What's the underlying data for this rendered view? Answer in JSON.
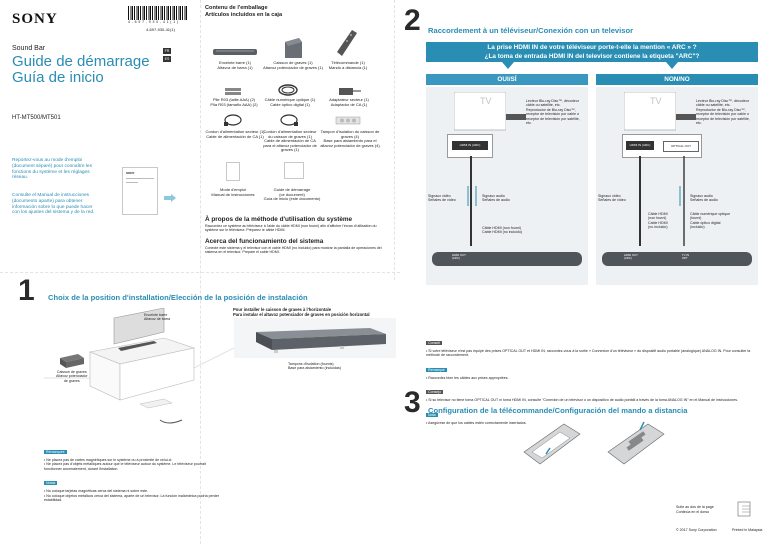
{
  "brand": "SONY",
  "barcode_text": "4 - 6 9 7 - 9 3 0 - 4 1 ( 1 )",
  "part_number": "4-697-930-41(1)",
  "product_type": "Sound Bar",
  "title_fr": "Guide de démarrage",
  "title_es": "Guía de inicio",
  "lang_fr": "FR",
  "lang_es": "ES",
  "model": "HT-MT500/MT501",
  "left_note_fr": "Reportez-vous au mode d'emploi (document séparé) pour connaître les fonctions du système et les réglages réseau.",
  "left_note_es": "Consulte el Manual de instrucciones (documento aparte) para obtener información sobre lo que puede hacer con los ajustes del sistema y de la red.",
  "manual_thumb_brand": "SONY",
  "package": {
    "title_fr": "Contenu de l'emballage",
    "title_es": "Artículos incluidos en la caja",
    "items": [
      "Enceinte barre (1)\nAltavoz de barra (1)",
      "Caisson de graves (1)\nAltavoz potenciador de graves (1)",
      "Télécommande (1)\nMando a distancia (1)",
      "Pile R03 (taille AAA) (2)\nPila R03 (tamaño AAA) (2)",
      "Câble numérique optique (1)\nCable óptico digital (1)",
      "Adaptateur secteur (1)\nAdaptador de CA (1)",
      "Cordon d'alimentation secteur (1)\nCable de alimentación de CA (1)",
      "Cordon d'alimentation secteur du caisson de graves (1)\nCable de alimentación de CA para el altavoz potenciador de graves (1)",
      "Tampon d'isolation du caisson de graves (4)\nBase para aislamiento para el altavoz potenciador de graves (4)",
      "Mode d'emploi\nManual de instrucciones",
      "Guide de démarrage\n(ce document)\nGuía de inicio (este documento)"
    ]
  },
  "about": {
    "title_fr": "À propos de la méthode d'utilisation du système",
    "text_fr": "Raccordez ce système au téléviseur à l'aide du câble HDMI (non fourni) afin d'afficher l'écran d'utilisation du système sur le téléviseur. Préparez le câble HDMI.",
    "title_es": "Acerca del funcionamiento del sistema",
    "text_es": "Conecte este sistema y el televisor con el cable HDMI (no incluido) para mostrar la pantalla de operaciones del sistema en el televisor. Prepare el cable HDMI."
  },
  "step1": {
    "number": "1",
    "title": "Choix de la position d'installation/Elección de la posición de instalación",
    "subtitle1": "Pour installer le caisson de graves à l'horizontale",
    "subtitle2": "Para instalar el altavoz potenciador de graves en posición horizontal",
    "label_speaker": "Enceinte barre\nAltavoz de barra",
    "label_sub": "Caisson de graves\nAltavoz potenciador\nde graves",
    "label_pads": "Tampons d'isolation (fournis)\nBase para aislamiento (incluidas)",
    "remarques_tag": "Remarques",
    "remarques": [
      "• Ne placez pas de cartes magnétiques sur le système ou à proximité de celui-ci.",
      "• Ne placez pas d'objets métalliques autour que le téléviseur autour du système. Le téléviseur pourrait fonctionner anormalement, durant l'installation."
    ],
    "notas_tag": "Notas",
    "notas": [
      "• No coloque tarjetas magnéticas cerca del sistema ni sobre este.",
      "• No coloque objetos metálicos cerca del sistema, aparte de un televisor. La función inalámbrica podría perder estabilidad."
    ]
  },
  "step2": {
    "number": "2",
    "title": "Raccordement à un téléviseur/Conexión con un televisor",
    "question_fr": "La prise HDMI IN de votre téléviseur porte-t-elle la mention « ARC » ?",
    "question_es": "¿La toma de entrada HDMI IN del televisor contiene la etiqueta \"ARC\"?",
    "yes": "OUI/SÍ",
    "no": "NON/NO",
    "tv_label": "TV",
    "side_note": "Lecteur Blu-ray Disc™, décodeur câble ou satellite, etc.\nReproductor de Blu-ray Disc™, receptor de televisión por cable o receptor de televisión por satélite, etc.",
    "hdmi_label": "HDMI IN (ARC)",
    "optical_label": "OPTICAL OUT",
    "video_signal": "Signaux vidéo\nSeñales de vídeo",
    "audio_signal": "Signaux audio\nSeñales de audio",
    "hdmi_cable": "Câble HDMI (non fourni)\nCable HDMI (no incluido)",
    "hdmi_cable2": "Câble HDMI\n(non fourni)\nCable HDMI\n(no incluido)",
    "optical_cable": "Câble numérique optique\n(fourni)\nCable óptico digital\n(incluido)",
    "bar_port1": "HDMI OUT\n(ARC)",
    "bar_port2": "TV IN\nOPT",
    "conseil_tag": "Conseil",
    "conseil": "• Si votre téléviseur n'est pas équipé des prises OPTICAL OUT et HDMI IN, raccordez-vous à la sortie « Connexion d'un téléviseur » du dispositif audio portable (analogique) ANALOG IN. Pour consulter la méthode de raccordement.",
    "remarque_tag": "Remarque",
    "remarque": "• Raccordez bien les câbles aux prises appropriées.",
    "consejo_tag": "Consejo",
    "consejo": "• Si su televisor no tiene toma OPTICAL OUT ni toma HDMI IN, consulte \"Conexión de un televisor o un dispositivo de audio portátil a través de la toma ANALOG IN\" en el Manual de instrucciones.",
    "nota_tag": "Nota",
    "nota": "• Asegúrese de que los cables estén correctamente insertados."
  },
  "step3": {
    "number": "3",
    "title": "Configuration de la télécommande/Configuración del mando a distancia"
  },
  "footer": {
    "continue_fr": "Suite au dos de la page",
    "continue_es": "Continúa en el dorso",
    "copyright": "© 2017 Sony Corporation",
    "printed": "Printed in Malaysia"
  },
  "colors": {
    "accent": "#2a8db3",
    "yes_fill": "#3a98c0",
    "panel": "#eef1f4"
  }
}
